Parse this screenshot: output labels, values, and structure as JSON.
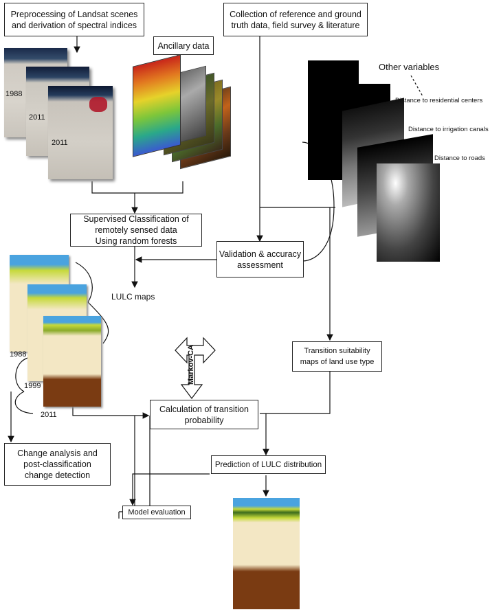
{
  "boxes": {
    "preprocessing": [
      "Preprocessing of  Landsat scenes",
      "and derivation of spectral indices"
    ],
    "collection": [
      "Collection of reference and ground",
      "truth data, field survey & literature"
    ],
    "ancillary": "Ancillary data",
    "supervised": [
      "Supervised Classification of",
      "remotely sensed data",
      "Using  random forests"
    ],
    "validation": [
      "Validation & accuracy",
      "assessment"
    ],
    "transition_suitability": [
      "Transition suitability",
      "maps of land use type"
    ],
    "calculation": [
      "Calculation of  transition",
      "probability"
    ],
    "change_analysis": [
      "Change analysis and",
      "post-classification",
      "change detection"
    ],
    "prediction": "Prediction of LULC distribution",
    "model_evaluation": "Model evaluation"
  },
  "labels": {
    "landsat_years": [
      "1988",
      "2011",
      "2011"
    ],
    "lulc_maps": "LULC maps",
    "lulc_years": [
      "1988",
      "1999",
      "2011"
    ],
    "markov_ca": "Markov-CA",
    "other_variables": "Other variables",
    "distance_residential": "Distance to residential  centers",
    "distance_irrigation": "Distance to irrigation canals",
    "distance_roads": "Distance to roads"
  },
  "colors": {
    "water": "#4aa3df",
    "sand": "#f3e7c4",
    "green": "#c6d93b",
    "brown": "#7a3b12",
    "dark_green": "#3b6b1c",
    "yellow": "#f2e300"
  }
}
